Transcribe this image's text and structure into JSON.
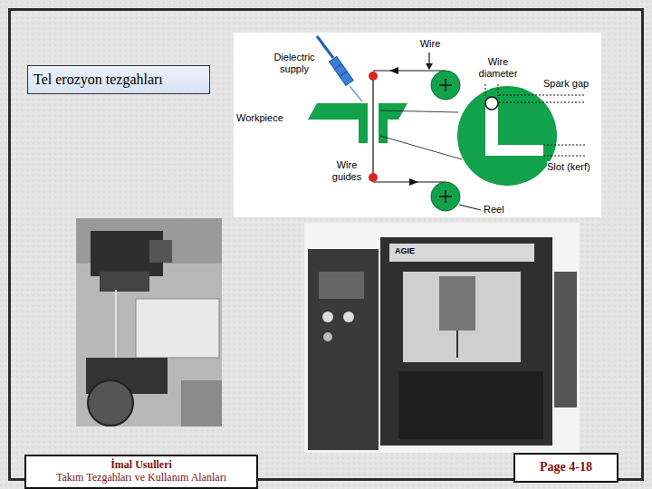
{
  "diagram": {
    "nodes": [
      {
        "text": [
          "Tel erozyon tezgahları"
        ]
      },
      {
        "text": [
          "İmal Usulleri",
          "Takım Tezgahları ve Kullanım Alanları"
        ]
      },
      {
        "text": [
          "Page 4-18"
        ]
      }
    ],
    "labels": [
      "Dielectric supply",
      "Wire",
      "Wire diameter",
      "Spark gap",
      "Workpiece",
      "Wire guides",
      "Slot (kerf)",
      "Reel",
      "AGIE"
    ]
  }
}
